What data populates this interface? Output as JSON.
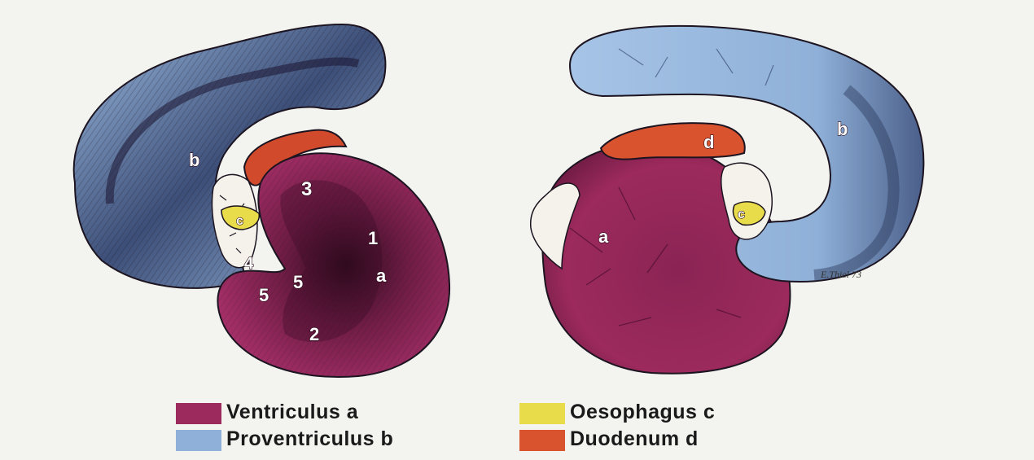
{
  "figure": {
    "labels": {
      "left_b": "b",
      "left_3": "3",
      "left_c": "c",
      "left_1": "1",
      "left_a": "a",
      "left_4": "4",
      "left_5a": "5",
      "left_5b": "5",
      "left_2": "2",
      "right_d": "d",
      "right_b": "b",
      "right_a": "a",
      "right_c": "c"
    },
    "signature": "E.Thiel 73"
  },
  "legend": {
    "items": [
      {
        "label": "Ventriculus a",
        "color": "#9c2a5c"
      },
      {
        "label": "Proventriculus b",
        "color": "#8fb0d8"
      },
      {
        "label": "Oesophagus c",
        "color": "#e8dc4a"
      },
      {
        "label": "Duodenum d",
        "color": "#d9532f"
      }
    ]
  },
  "colors": {
    "ventriculus": "#9c2a5c",
    "proventriculus": "#8fb0d8",
    "oesophagus": "#e8dc4a",
    "duodenum": "#d9532f",
    "outline": "#1c1420",
    "background": "#f3f4ef"
  }
}
